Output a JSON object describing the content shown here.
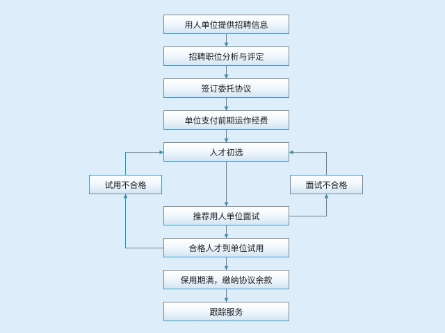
{
  "flow": {
    "steps": [
      "用人单位提供招聘信息",
      "招聘职位分析与评定",
      "签订委托协议",
      "单位支付前期运作经费",
      "人才初选",
      "推荐用人单位面试",
      "合格人才到单位试用",
      "保用期满，缴纳协议余款",
      "跟踪服务"
    ],
    "side_left": "试用不合格",
    "side_right": "面试不合格"
  },
  "colors": {
    "background": "#ddeefa",
    "box_border": "#5a8fb8",
    "connector": "#3f8fa5"
  }
}
